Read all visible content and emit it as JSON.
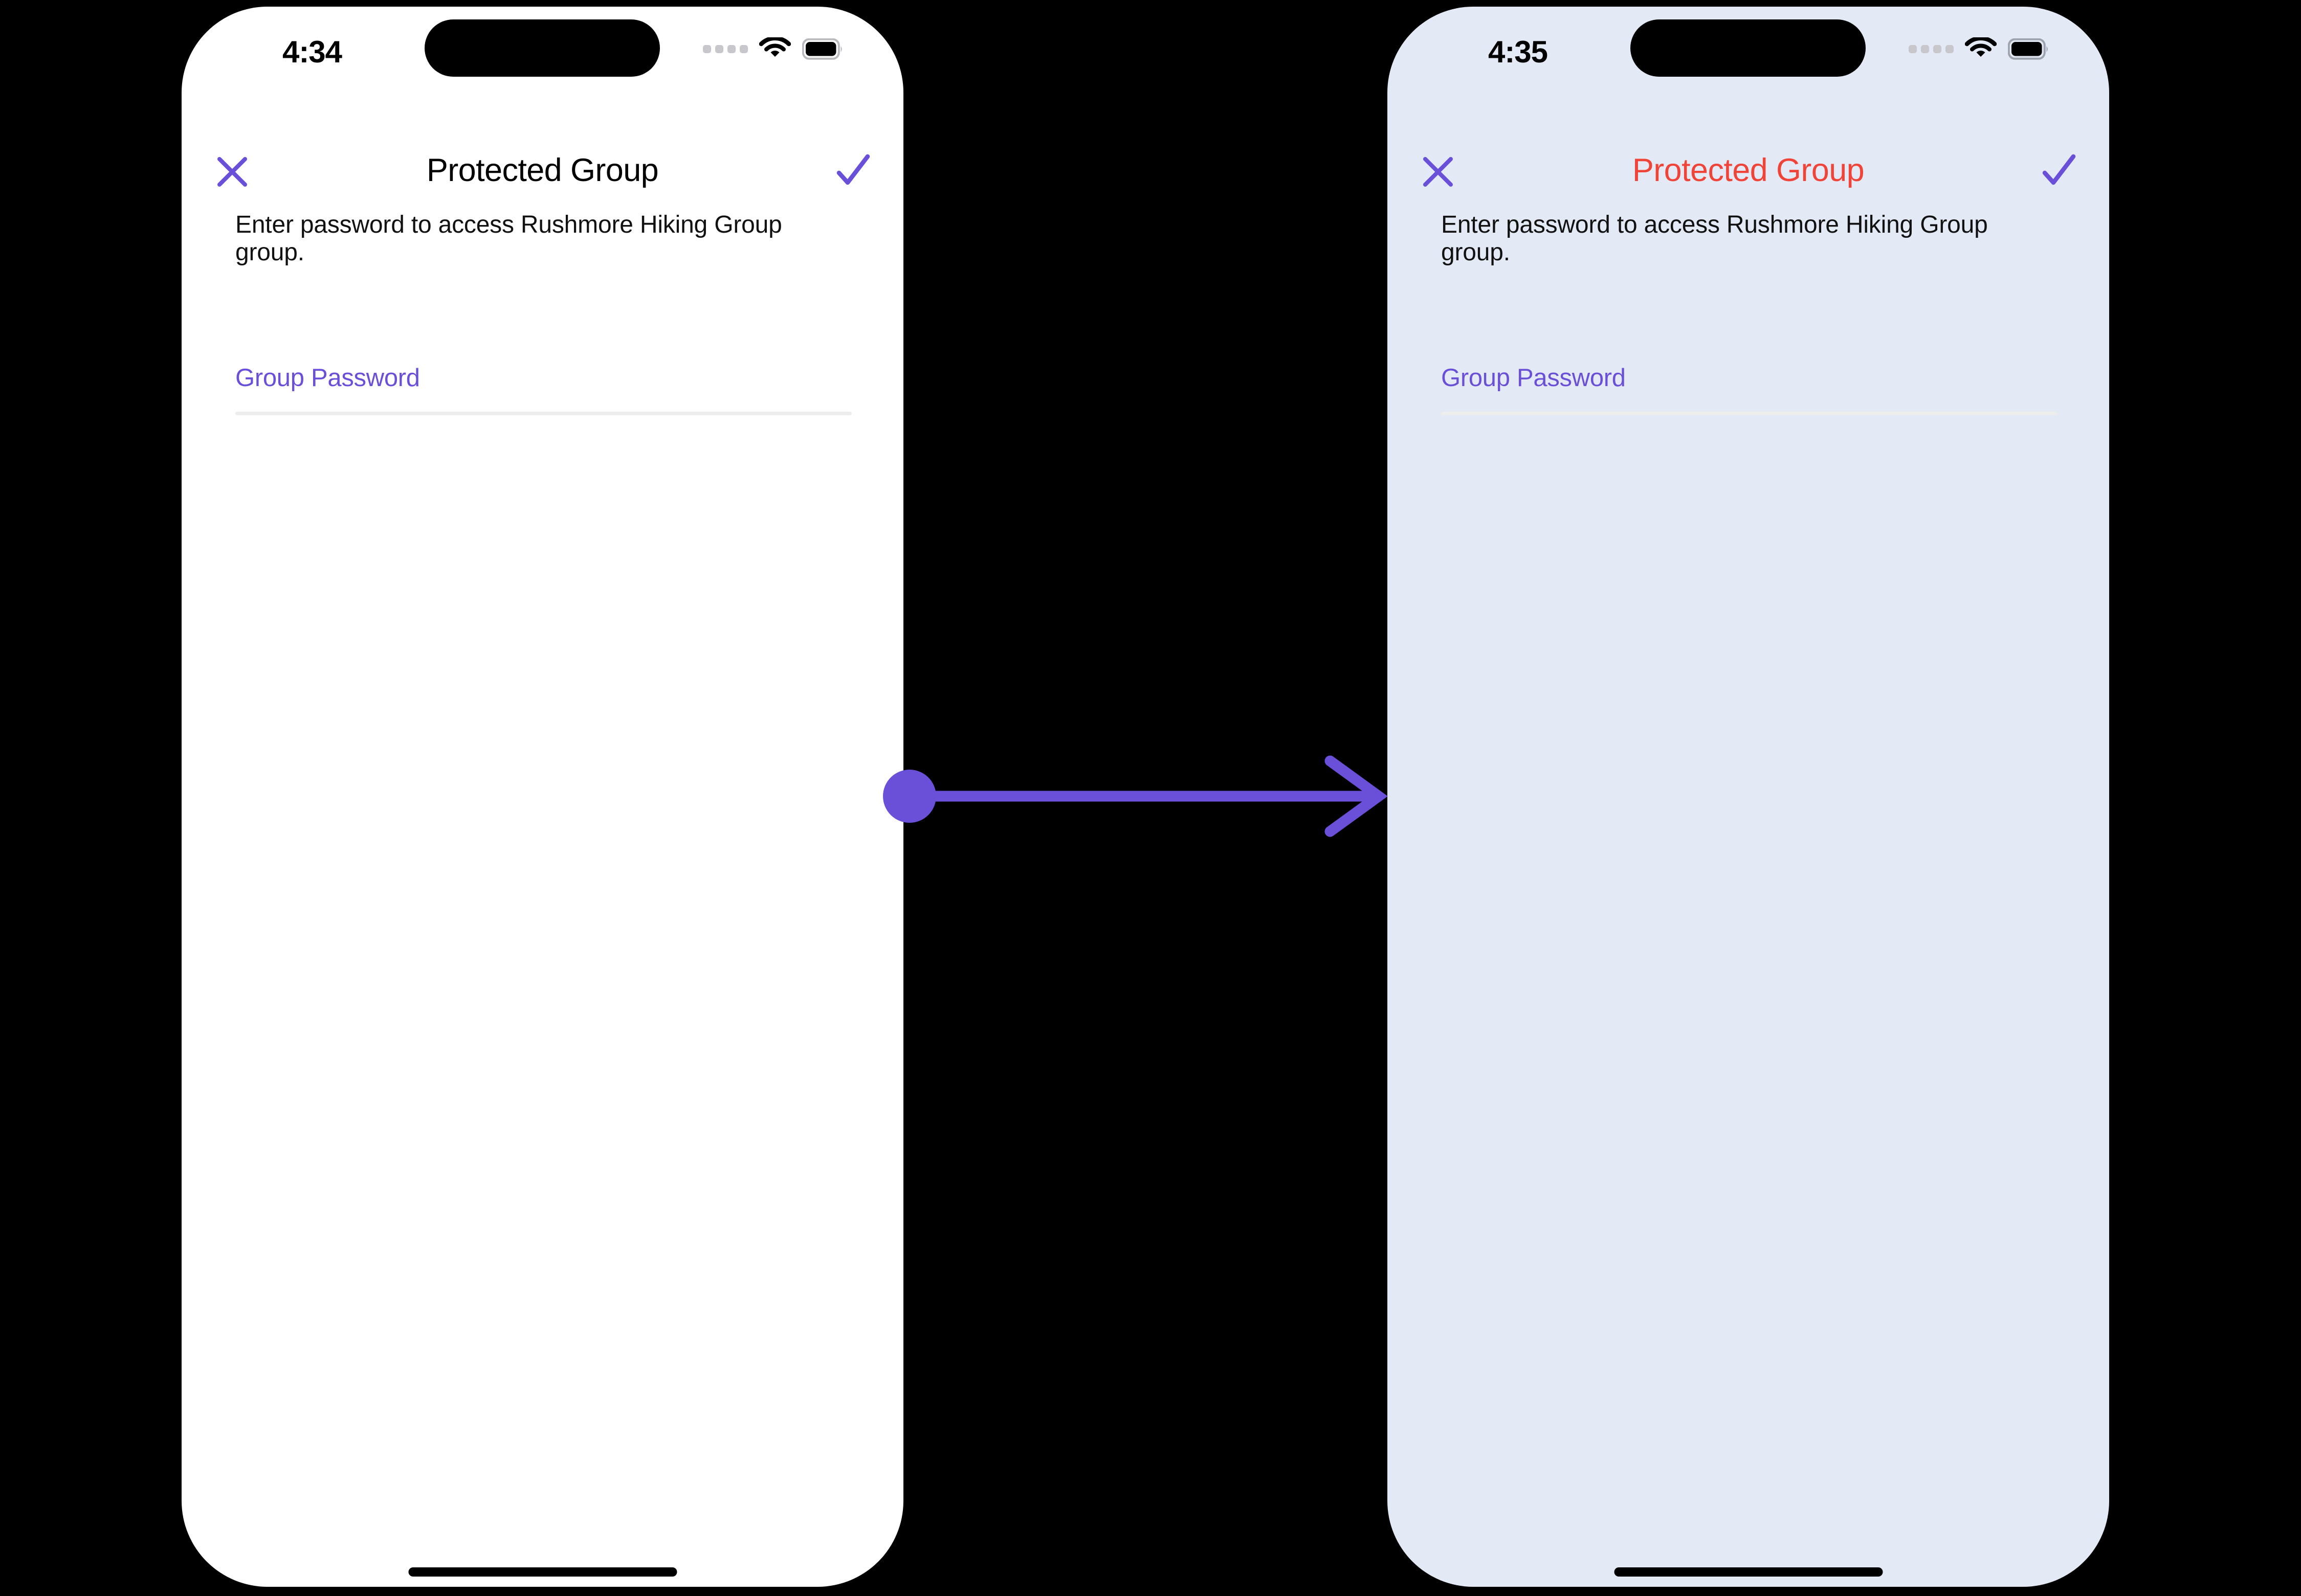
{
  "meta": {
    "canvas_background": "#000000",
    "accent_purple": "#6A4FD8",
    "error_red": "#F04438",
    "divider_gray": "#EDEDEE"
  },
  "screens": [
    {
      "id": "before",
      "background": "#FFFFFF",
      "status_bar": {
        "time": "4:34",
        "cellular_icon": "cellular-dots-icon",
        "wifi_icon": "wifi-icon",
        "battery_icon": "battery-full-icon"
      },
      "nav": {
        "close_icon": "close-x-icon",
        "title": "Protected Group",
        "title_color": "#000000",
        "confirm_icon": "checkmark-icon"
      },
      "content": {
        "description": "Enter password to access Rushmore Hiking Group group.",
        "field_label": "Group Password",
        "field_value": "",
        "field_placeholder": ""
      },
      "home_indicator": "home-indicator"
    },
    {
      "id": "after",
      "background": "#E4EAF5",
      "status_bar": {
        "time": "4:35",
        "cellular_icon": "cellular-dots-icon",
        "wifi_icon": "wifi-icon",
        "battery_icon": "battery-full-icon"
      },
      "nav": {
        "close_icon": "close-x-icon",
        "title": "Protected Group",
        "title_color": "#F04438",
        "confirm_icon": "checkmark-icon"
      },
      "content": {
        "description": "Enter password to access Rushmore Hiking Group group.",
        "field_label": "Group Password",
        "field_value": "",
        "field_placeholder": ""
      },
      "home_indicator": "home-indicator"
    }
  ],
  "annotation": {
    "arrow_icon": "transition-arrow-icon",
    "color": "#6A4FD8",
    "direction": "left-to-right"
  }
}
